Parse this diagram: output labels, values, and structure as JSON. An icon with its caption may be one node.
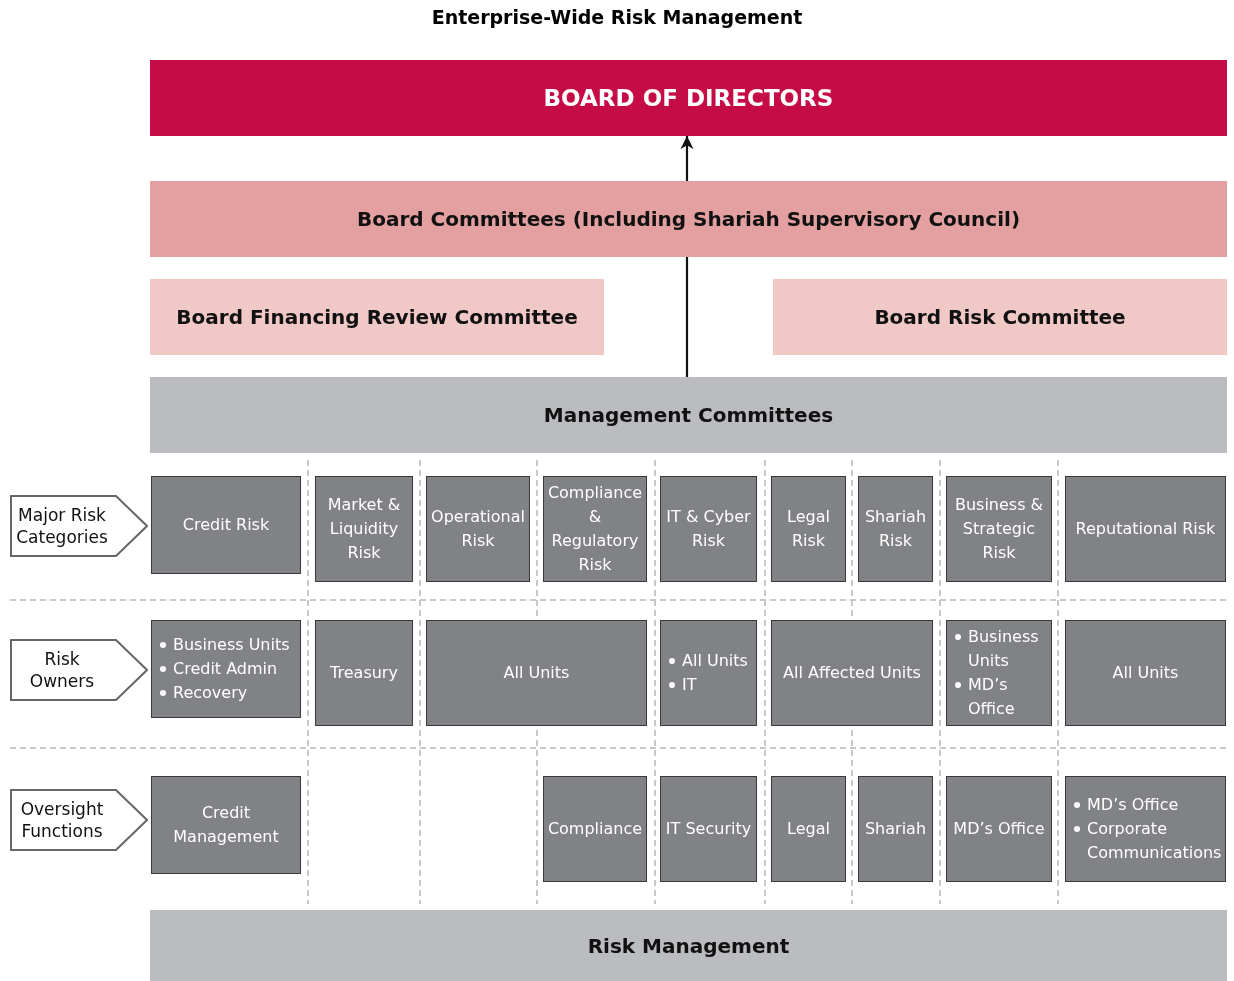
{
  "diagram": {
    "title": "Enterprise-Wide Risk Management",
    "nodes": [
      {
        "text": [
          "BOARD OF DIRECTORS"
        ]
      },
      {
        "text": [
          "Board Committees (Including Shariah Supervisory Council)"
        ]
      },
      {
        "text": [
          "Board Financing Review Committee"
        ]
      },
      {
        "text": [
          "Board Risk Committee"
        ]
      },
      {
        "text": [
          "Management Committees"
        ]
      },
      {
        "text": [
          "Major Risk Categories"
        ]
      },
      {
        "text": [
          "Credit Risk"
        ]
      },
      {
        "text": [
          "Market & Liquidity Risk"
        ]
      },
      {
        "text": [
          "Operational Risk"
        ]
      },
      {
        "text": [
          "Compliance & Regulatory Risk"
        ]
      },
      {
        "text": [
          "IT & Cyber Risk"
        ]
      },
      {
        "text": [
          "Legal Risk"
        ]
      },
      {
        "text": [
          "Shariah Risk"
        ]
      },
      {
        "text": [
          "Business & Strategic Risk"
        ]
      },
      {
        "text": [
          "Reputational Risk"
        ]
      },
      {
        "text": [
          "Risk Owners"
        ]
      },
      {
        "text": [
          "Business Units",
          "Credit Admin",
          "Recovery"
        ]
      },
      {
        "text": [
          "Treasury"
        ]
      },
      {
        "text": [
          "All Units"
        ]
      },
      {
        "text": [
          "All Units",
          "IT"
        ]
      },
      {
        "text": [
          "All Affected Units"
        ]
      },
      {
        "text": [
          "Business Units",
          "MD’s Office"
        ]
      },
      {
        "text": [
          "All Units"
        ]
      },
      {
        "text": [
          "Oversight Functions"
        ]
      },
      {
        "text": [
          "Credit Management"
        ]
      },
      {
        "text": [
          "Compliance"
        ]
      },
      {
        "text": [
          "IT Security"
        ]
      },
      {
        "text": [
          "Legal"
        ]
      },
      {
        "text": [
          "Shariah"
        ]
      },
      {
        "text": [
          "MD’s Office"
        ]
      },
      {
        "text": [
          "MD’s Office",
          "Corporate Communications"
        ]
      },
      {
        "text": [
          "Risk Management"
        ]
      }
    ],
    "edges": [
      {
        "from": 4,
        "to": 1,
        "arrow": "none"
      },
      {
        "from": 1,
        "to": 0,
        "arrow": "to"
      }
    ]
  }
}
